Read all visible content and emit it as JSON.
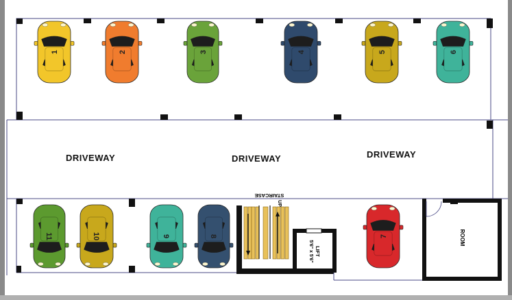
{
  "driveway_labels": [
    "DRIVEWAY",
    "DRIVEWAY",
    "DRIVEWAY"
  ],
  "staircase_label": "STAIRCASE",
  "up_label": "UP",
  "lift_label": "LIFT",
  "lift_size": "5'6\" x 5'6\"",
  "room_label": "ROOM",
  "cars": [
    {
      "number": "1",
      "color": "#f2c62a"
    },
    {
      "number": "2",
      "color": "#f07c2e"
    },
    {
      "number": "3",
      "color": "#6aa33a"
    },
    {
      "number": "4",
      "color": "#2f4a6c"
    },
    {
      "number": "5",
      "color": "#c8a81c"
    },
    {
      "number": "6",
      "color": "#3fb39a"
    },
    {
      "number": "7",
      "color": "#d8282b"
    },
    {
      "number": "8",
      "color": "#34506f"
    },
    {
      "number": "9",
      "color": "#3fb39a"
    },
    {
      "number": "10",
      "color": "#c8a81c"
    },
    {
      "number": "11",
      "color": "#5c9a2f"
    }
  ]
}
